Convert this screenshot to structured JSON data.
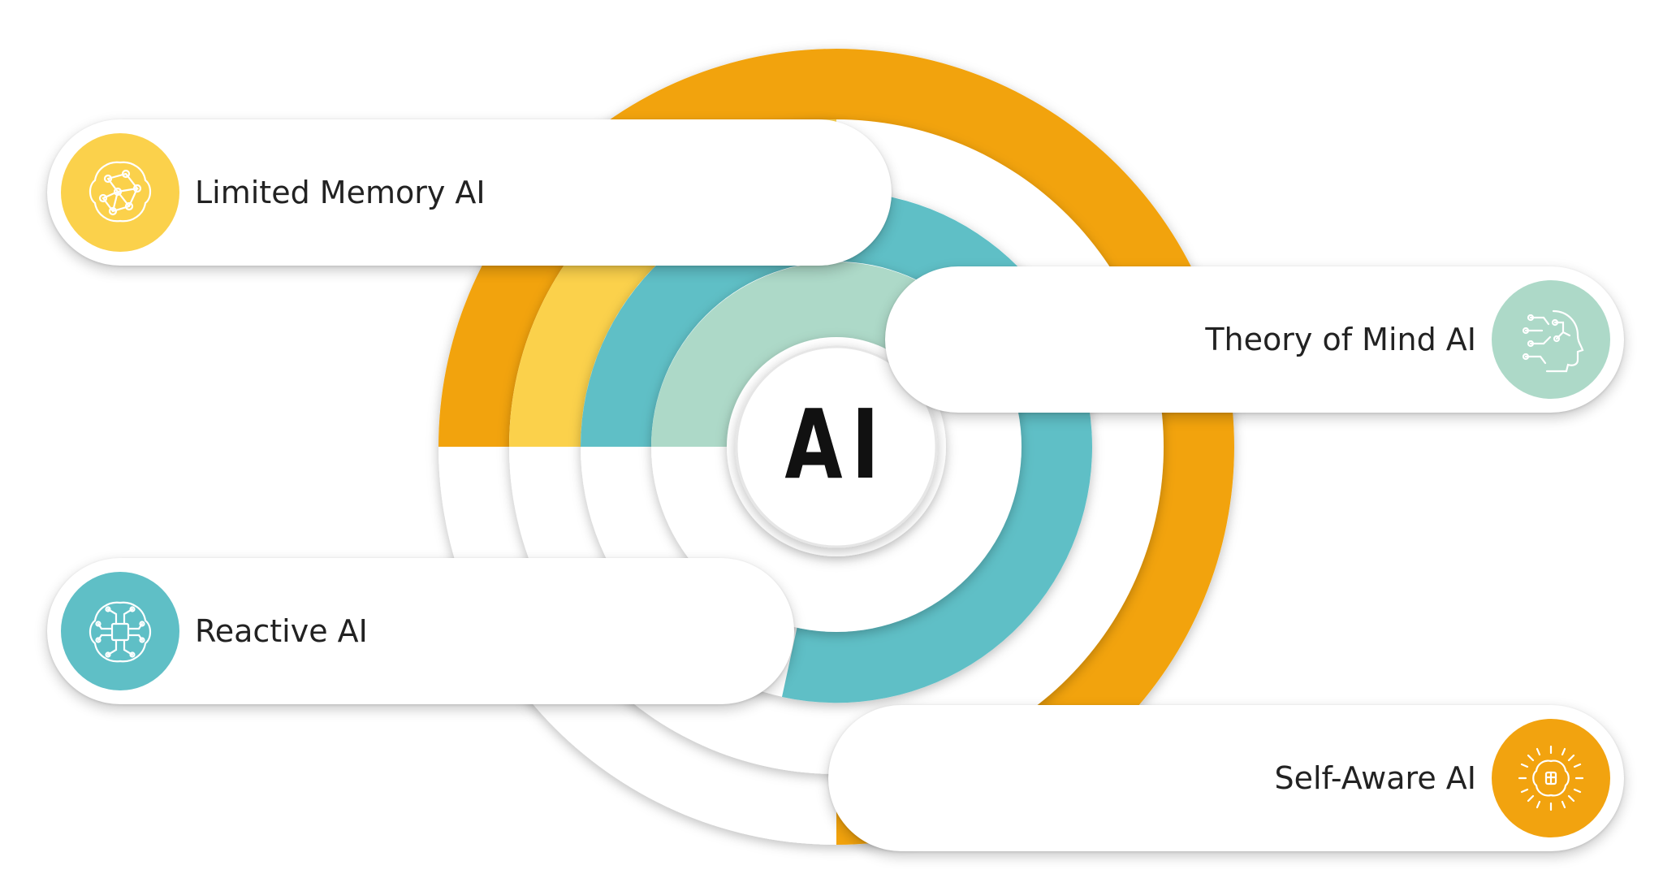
{
  "center": {
    "label": "AI"
  },
  "colors": {
    "orange": "#F2A30F",
    "yellow": "#FBD14B",
    "teal": "#5FBFC6",
    "mint": "#ADD9C8",
    "white": "#FFFFFF"
  },
  "items": [
    {
      "label": "Limited Memory AI",
      "icon": "brain-network-icon",
      "color": "#FBD14B"
    },
    {
      "label": "Theory of Mind AI",
      "icon": "circuit-head-icon",
      "color": "#ADD9C8"
    },
    {
      "label": "Reactive AI",
      "icon": "brain-chip-icon",
      "color": "#5FBFC6"
    },
    {
      "label": "Self-Aware AI",
      "icon": "enlightened-brain-icon",
      "color": "#F2A30F"
    }
  ]
}
